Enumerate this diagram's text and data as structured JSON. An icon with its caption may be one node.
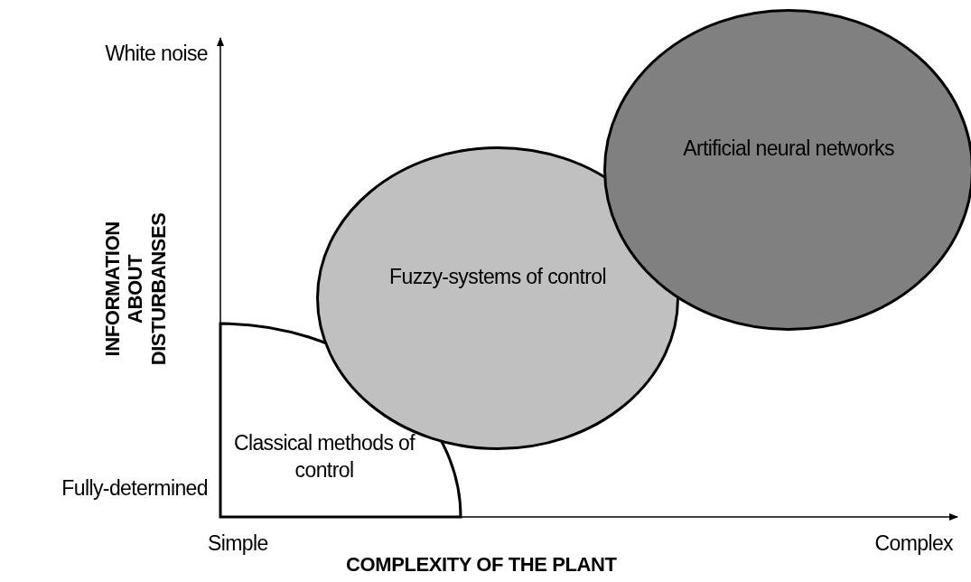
{
  "diagram": {
    "nodes": [
      {
        "text": [
          "Classical methods of control"
        ]
      },
      {
        "text": [
          "Fuzzy-systems of control"
        ]
      },
      {
        "text": [
          "Artificial neural networks"
        ]
      }
    ],
    "labels": [
      "White noise",
      "INFORMATION ABOUT DISTURBANSES",
      "Fully-determined",
      "Simple",
      "Complex",
      "COMPLEXITY OF THE PLANT"
    ]
  }
}
